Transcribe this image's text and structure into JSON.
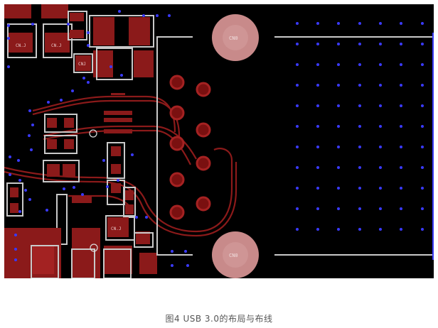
{
  "figure": {
    "caption": "图4 USB 3.0的布局与布线"
  },
  "board": {
    "mount_label_top": "CN0",
    "mount_label_bottom": "CN0",
    "refs": [
      "CN.J",
      "CN.J",
      "CN.J",
      "CNJ"
    ],
    "colors": {
      "background": "#000000",
      "copper": "#8b1a1a",
      "silkscreen": "#c9c9c9",
      "via": "#3a3aff",
      "mount_pad": "#c88a8a"
    }
  }
}
